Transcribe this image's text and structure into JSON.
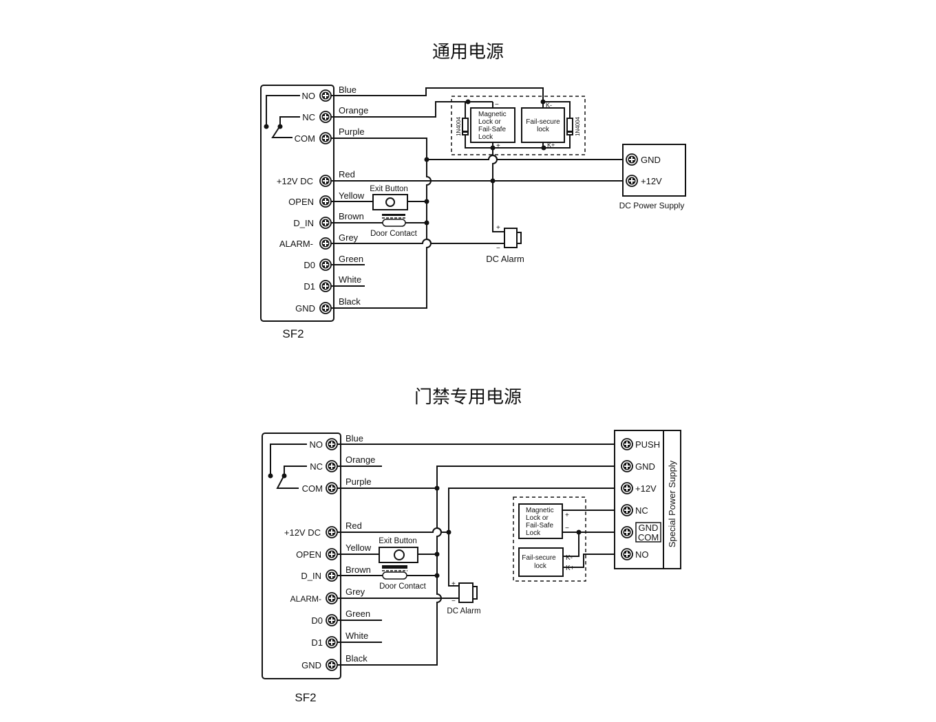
{
  "top": {
    "title": "通用电源",
    "controller": "SF2",
    "terminals": [
      "NO",
      "NC",
      "COM",
      "+12V DC",
      "OPEN",
      "D_IN",
      "ALARM-",
      "D0",
      "D1",
      "GND"
    ],
    "wires": [
      "Blue",
      "Orange",
      "Purple",
      "Red",
      "Yellow",
      "Brown",
      "Grey",
      "Green",
      "White",
      "Black"
    ],
    "exit_button": "Exit Button",
    "door_contact": "Door Contact",
    "alarm": "DC  Alarm",
    "alarm_plus": "+",
    "alarm_minus": "−",
    "maglock": [
      "Magnetic",
      "Lock or",
      "Fail-Safe",
      "Lock"
    ],
    "failsecure": [
      "Fail-secure",
      "lock"
    ],
    "diode": "1N4004",
    "lock_minus": "−",
    "lock_plus": "+",
    "k_minus": "K-",
    "k_plus": "K+",
    "psu": {
      "label": "DC Power Supply",
      "gnd": "GND",
      "v12": "+12V"
    }
  },
  "bottom": {
    "title": "门禁专用电源",
    "controller": "SF2",
    "terminals": [
      "NO",
      "NC",
      "COM",
      "+12V DC",
      "OPEN",
      "D_IN",
      "ALARM-",
      "D0",
      "D1",
      "GND"
    ],
    "wires": [
      "Blue",
      "Orange",
      "Purple",
      "Red",
      "Yellow",
      "Brown",
      "Grey",
      "Green",
      "White",
      "Black"
    ],
    "exit_button": "Exit Button",
    "door_contact": "Door Contact",
    "alarm": "DC Alarm",
    "alarm_plus": "+",
    "alarm_minus": "−",
    "maglock": [
      "Magnetic",
      "Lock or",
      "Fail-Safe",
      "Lock"
    ],
    "failsecure": [
      "Fail-secure",
      "lock"
    ],
    "lock_plus": "+",
    "lock_minus": "−",
    "k_minus": "K-",
    "k_plus": "K+",
    "psu": {
      "label": "Special Power Supply",
      "terminals": [
        "PUSH",
        "GND",
        "+12V",
        "NC",
        "GND",
        "COM",
        "NO"
      ]
    }
  }
}
